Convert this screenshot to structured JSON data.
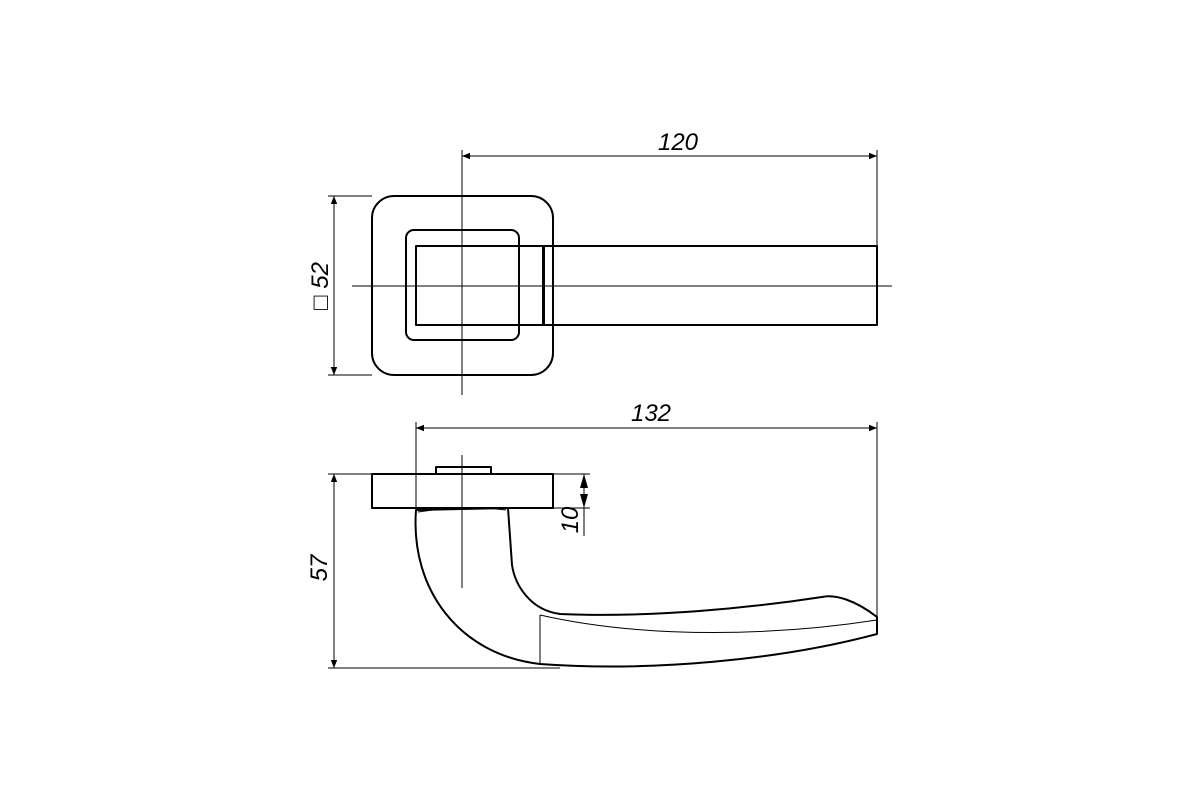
{
  "dimensions": {
    "rose_size_symbol": "□",
    "rose_size": "52",
    "lever_length_top": "120",
    "lever_length_side": "132",
    "total_height": "57",
    "rose_thickness": "10"
  },
  "colors": {
    "line": "#000000",
    "background": "#ffffff"
  }
}
